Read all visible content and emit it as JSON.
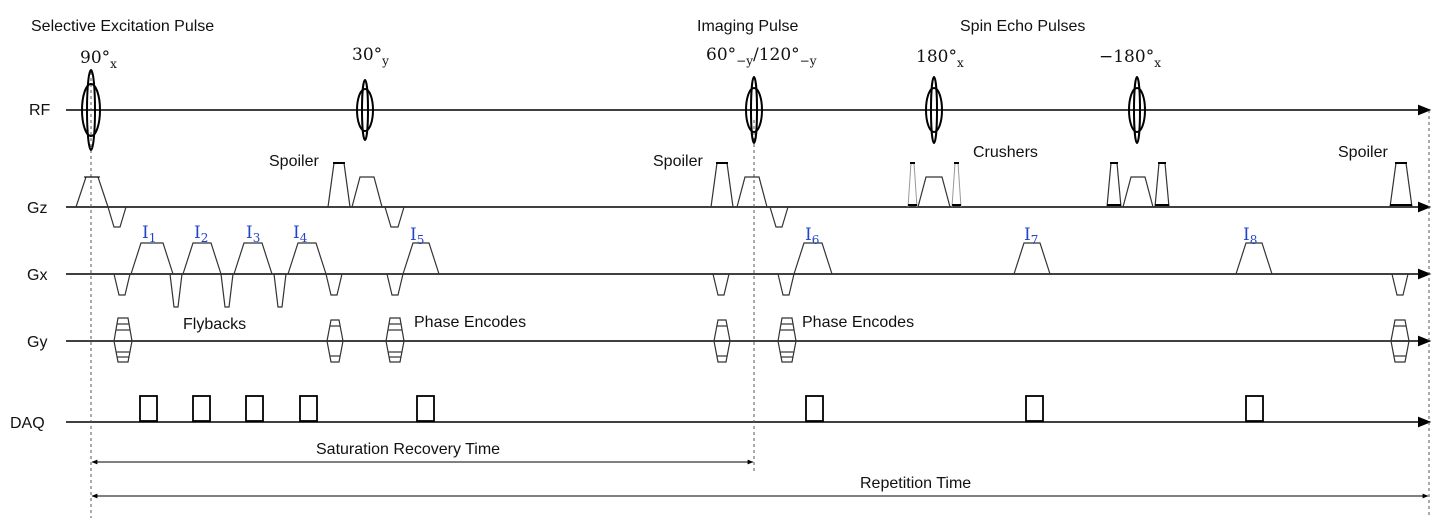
{
  "headers": {
    "excitation": "Selective Excitation Pulse",
    "imaging": "Imaging Pulse",
    "spin_echo": "Spin Echo Pulses"
  },
  "rows": {
    "rf": "RF",
    "gz": "Gz",
    "gx": "Gx",
    "gy": "Gy",
    "daq": "DAQ"
  },
  "angles": {
    "a90": {
      "base": "90°",
      "sub": "x"
    },
    "a30": {
      "base": "30°",
      "sub": "y"
    },
    "a60": {
      "base": "60°",
      "sub": "−y",
      "mid": "/120°",
      "sub2": "−y"
    },
    "a180": {
      "base": "180°",
      "sub": "x"
    },
    "am180": {
      "base": "−180°",
      "sub": "x"
    }
  },
  "labels": {
    "spoiler1": "Spoiler",
    "spoiler2": "Spoiler",
    "spoiler3": "Spoiler",
    "crushers": "Crushers",
    "flybacks": "Flybacks",
    "phase1": "Phase Encodes",
    "phase2": "Phase Encodes",
    "saturation": "Saturation Recovery Time",
    "repetition": "Repetition Time"
  },
  "images": [
    {
      "base": "I",
      "sub": "1"
    },
    {
      "base": "I",
      "sub": "2"
    },
    {
      "base": "I",
      "sub": "3"
    },
    {
      "base": "I",
      "sub": "4"
    },
    {
      "base": "I",
      "sub": "5"
    },
    {
      "base": "I",
      "sub": "6"
    },
    {
      "base": "I",
      "sub": "7"
    },
    {
      "base": "I",
      "sub": "8"
    }
  ],
  "colors": {
    "image_labels": "#2244cc",
    "lines": "#000000"
  }
}
